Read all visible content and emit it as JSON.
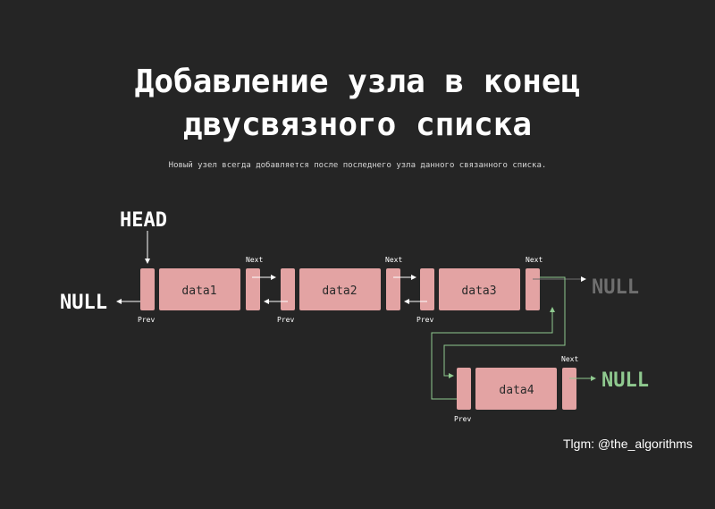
{
  "title_line1": "Добавление узла в конец",
  "title_line2": "двусвязного списка",
  "subtitle": "Новый узел всегда добавляется после последнего узла данного связанного списка.",
  "head_label": "HEAD",
  "null_left": "NULL",
  "null_right_old": "NULL",
  "null_right_new": "NULL",
  "next_label": "Next",
  "prev_label": "Prev",
  "nodes": [
    "data1",
    "data2",
    "data3",
    "data4"
  ],
  "credit": "Tlgm: @the_algorithms",
  "colors": {
    "background": "#252525",
    "node": "#e3a3a3",
    "new_link": "#8fc98f",
    "old_null": "#6e6e6e",
    "text": "#ffffff"
  }
}
